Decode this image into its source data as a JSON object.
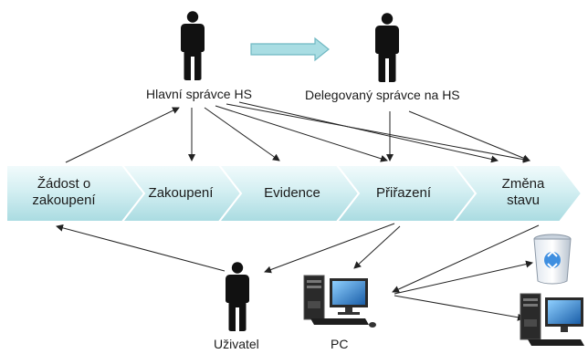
{
  "actors": {
    "main_admin": "Hlavní správce HS",
    "delegated_admin": "Delegovaný správce na HS",
    "user": "Uživatel",
    "pc": "PC"
  },
  "process_steps": [
    "Žádost o\nzakoupení",
    "Zakoupení",
    "Evidence",
    "Přiřazení",
    "Změna\nstavu"
  ],
  "colors": {
    "chevron_light": "#eaf7f8",
    "chevron_dark": "#b7e3e8",
    "chevron_border": "#ffffff",
    "transfer_arrow": "#a9dde3",
    "transfer_arrow_stroke": "#6fb8c2",
    "line": "#222222",
    "person": "#111111"
  },
  "icons": [
    "person-icon",
    "computer-icon",
    "recycle-bin-icon"
  ]
}
